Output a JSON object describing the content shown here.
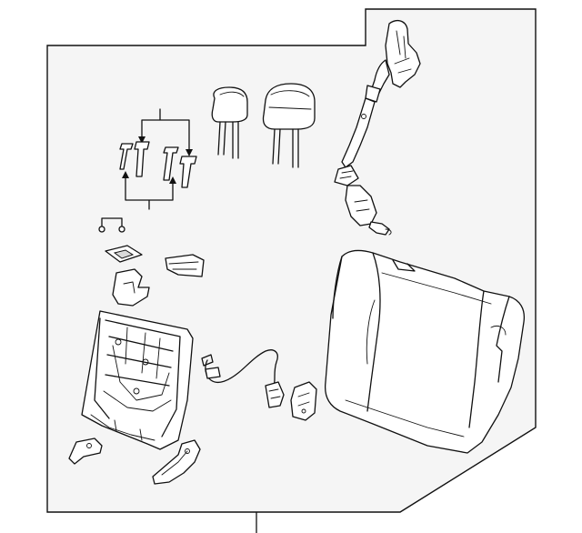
{
  "diagram": {
    "background_color": "#f5f5f5",
    "line_color": "#111111",
    "parts": [
      {
        "id": "panel-border",
        "icon": "parts-panel-outline"
      },
      {
        "id": "seat-belt-retractor",
        "icon": "seat-belt-icon"
      },
      {
        "id": "headrest-left",
        "icon": "headrest-icon"
      },
      {
        "id": "headrest-right",
        "icon": "headrest-icon"
      },
      {
        "id": "headrest-guides",
        "icon": "guide-sleeve-icon"
      },
      {
        "id": "clip",
        "icon": "clip-icon"
      },
      {
        "id": "pad",
        "icon": "pad-icon"
      },
      {
        "id": "bracket",
        "icon": "bracket-icon"
      },
      {
        "id": "bezel",
        "icon": "bezel-icon"
      },
      {
        "id": "seat-back-frame",
        "icon": "seat-frame-icon"
      },
      {
        "id": "wiring-harness",
        "icon": "wire-harness-icon"
      },
      {
        "id": "latch-connector",
        "icon": "connector-icon"
      },
      {
        "id": "hinge-left",
        "icon": "hinge-icon"
      },
      {
        "id": "hinge-right",
        "icon": "hinge-icon"
      },
      {
        "id": "seat-cushion",
        "icon": "seat-cushion-icon"
      }
    ]
  }
}
